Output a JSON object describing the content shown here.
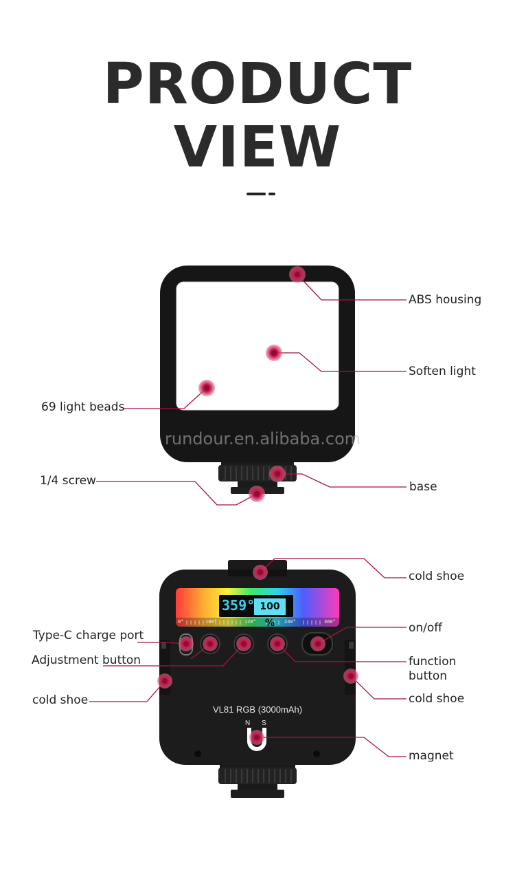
{
  "header": {
    "title_line1": "PRODUCT",
    "title_line2": "VIEW"
  },
  "view1": {
    "watermark": "rundour.en.alibaba.com",
    "labels": {
      "abs_housing": "ABS housing",
      "soften_light": "Soften light",
      "light_beads": "69 light beads",
      "screw": "1/4 screw",
      "base": "base"
    }
  },
  "view2": {
    "screen_degree": "359°",
    "screen_percent": "100 %",
    "scale": [
      "0°",
      "180°",
      "120°",
      "240°",
      "360°"
    ],
    "model_text": "VL81 RGB (3000mAh)",
    "magnet_n": "N",
    "magnet_s": "S",
    "labels": {
      "cold_shoe_top": "cold shoe",
      "on_off": "on/off",
      "type_c": "Type-C charge port",
      "adjustment": "Adjustment button",
      "function_line1": "function",
      "function_line2": "button",
      "cold_shoe_left": "cold shoe",
      "cold_shoe_right": "cold shoe",
      "magnet": "magnet"
    }
  },
  "colors": {
    "accent": "#a8123e",
    "housing": "#1a1a1a",
    "text": "#222222"
  }
}
